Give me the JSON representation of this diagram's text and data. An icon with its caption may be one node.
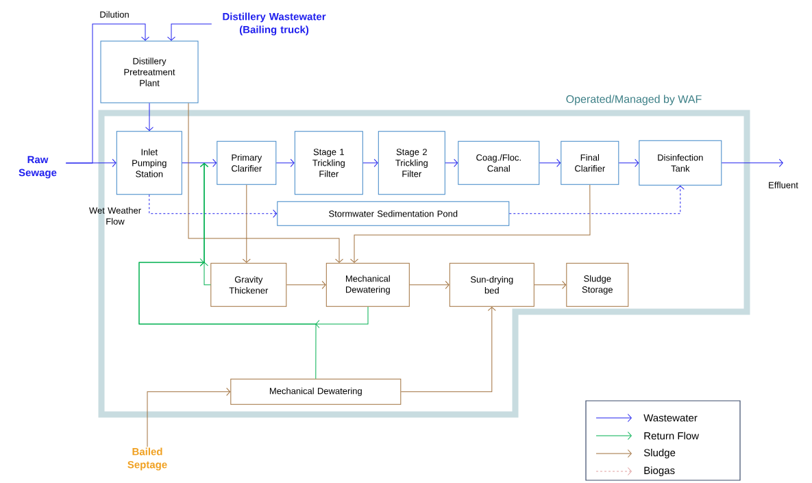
{
  "diagram": {
    "nodes": [
      {
        "text": [
          "Raw Sewage"
        ]
      },
      {
        "text": [
          "Distillery Wastewater (Bailing truck)"
        ]
      },
      {
        "text": [
          "Distillery Pretreatment Plant"
        ]
      },
      {
        "text": [
          "Operated/Managed by WAF"
        ]
      },
      {
        "text": [
          "Inlet Pumping Station"
        ],
        "in": 3
      },
      {
        "text": [
          "Primary Clarifier"
        ],
        "in": 3
      },
      {
        "text": [
          "Stage 1 Trickling Filter"
        ],
        "in": 3
      },
      {
        "text": [
          "Stage 2 Trickling Filter"
        ],
        "in": 3
      },
      {
        "text": [
          "Coag./Floc. Canal"
        ],
        "in": 3
      },
      {
        "text": [
          "Final Clarifier"
        ],
        "in": 3
      },
      {
        "text": [
          "Disinfection Tank"
        ],
        "in": 3
      },
      {
        "text": [
          "Effluent"
        ]
      },
      {
        "text": [
          "Stormwater Sedimentation Pond"
        ],
        "in": 3
      },
      {
        "text": [
          "Gravity Thickener"
        ],
        "in": 3
      },
      {
        "text": [
          "Mechanical Dewatering"
        ],
        "in": 3
      },
      {
        "text": [
          "Sun-drying bed"
        ],
        "in": 3
      },
      {
        "text": [
          "Sludge Storage"
        ],
        "in": 3
      },
      {
        "text": [
          "Mechanical Dewatering"
        ],
        "in": 3
      },
      {
        "text": [
          "Bailed Septage"
        ]
      }
    ],
    "edges": [
      {
        "from": 0,
        "to": 4,
        "arrow": "to"
      },
      {
        "from": 0,
        "to": 2,
        "arrow": "to",
        "label": "Dilution"
      },
      {
        "from": 1,
        "to": 2,
        "arrow": "to"
      },
      {
        "from": 2,
        "to": 4,
        "arrow": "to"
      },
      {
        "from": 4,
        "to": 5,
        "arrow": "to"
      },
      {
        "from": 5,
        "to": 6,
        "arrow": "to"
      },
      {
        "from": 6,
        "to": 7,
        "arrow": "to"
      },
      {
        "from": 7,
        "to": 8,
        "arrow": "to"
      },
      {
        "from": 8,
        "to": 9,
        "arrow": "to"
      },
      {
        "from": 9,
        "to": 10,
        "arrow": "to"
      },
      {
        "from": 10,
        "to": 11,
        "arrow": "to"
      },
      {
        "from": 4,
        "to": 12,
        "arrow": "to",
        "style": "dashed",
        "label": "Wet Weather Flow"
      },
      {
        "from": 12,
        "to": 10,
        "arrow": "to",
        "style": "dashed"
      },
      {
        "from": 2,
        "to": 14,
        "arrow": "to",
        "color": "#a0703c"
      },
      {
        "from": 5,
        "to": 13,
        "arrow": "to",
        "color": "#a0703c"
      },
      {
        "from": 9,
        "to": 14,
        "arrow": "to",
        "color": "#a0703c"
      },
      {
        "from": 13,
        "to": 14,
        "arrow": "to",
        "color": "#a0703c"
      },
      {
        "from": 14,
        "to": 15,
        "arrow": "to",
        "color": "#a0703c"
      },
      {
        "from": 15,
        "to": 16,
        "arrow": "to",
        "color": "#a0703c"
      },
      {
        "from": 18,
        "to": 17,
        "arrow": "to",
        "color": "#a0703c"
      },
      {
        "from": 17,
        "to": 15,
        "arrow": "to",
        "color": "#a0703c"
      },
      {
        "from": 13,
        "to": 5,
        "arrow": "to",
        "color": "#00b050"
      },
      {
        "from": 14,
        "to": 5,
        "arrow": "to",
        "color": "#00b050"
      },
      {
        "from": 17,
        "to": 5,
        "arrow": "to",
        "color": "#00b050"
      }
    ],
    "legend": [
      {
        "text": "Wastewater"
      },
      {
        "text": "Return Flow"
      },
      {
        "text": "Sludge"
      },
      {
        "text": "Biogas"
      }
    ]
  }
}
